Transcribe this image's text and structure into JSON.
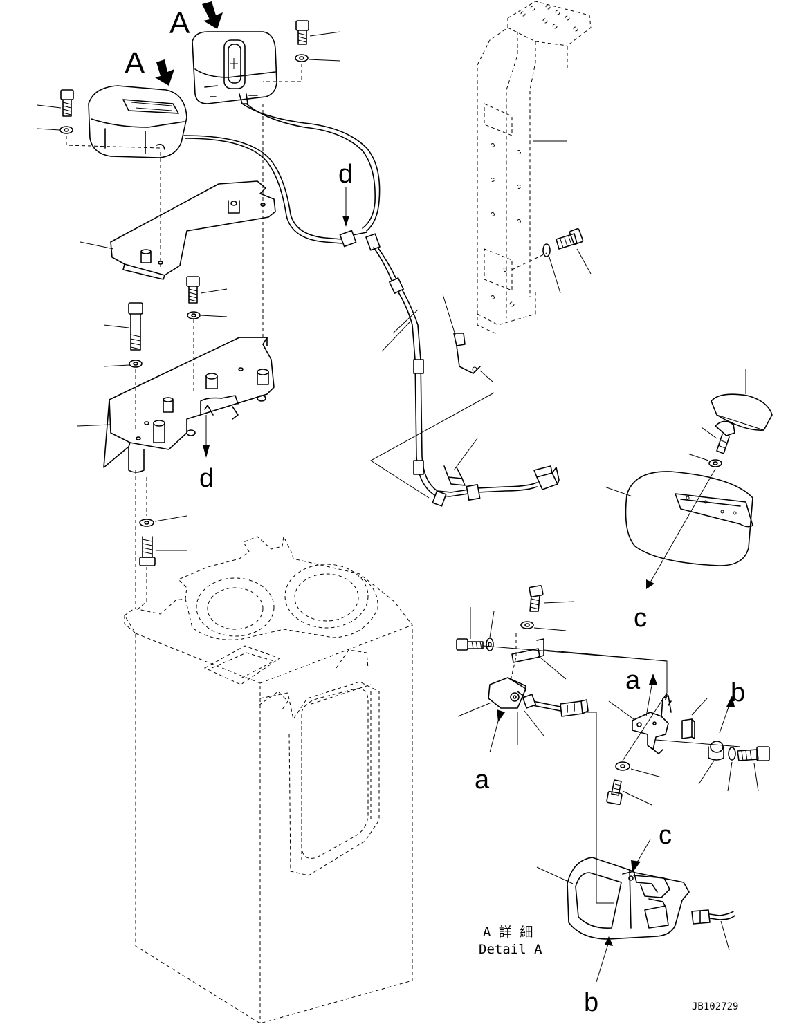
{
  "labels": {
    "view_a": "A",
    "cut_a": "a",
    "cut_b": "b",
    "cut_c": "c",
    "cut_d": "d"
  },
  "detail": {
    "title_jp": "A 詳 細",
    "title_en": "Detail A"
  },
  "drawing_code": "JB102729"
}
